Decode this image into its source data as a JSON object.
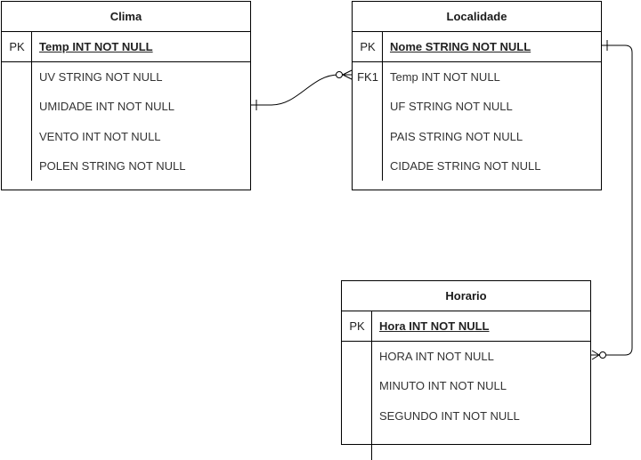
{
  "entities": {
    "clima": {
      "title": "Clima",
      "pk": {
        "key": "PK",
        "field": "Temp INT NOT NULL"
      },
      "fields": [
        {
          "key": "",
          "field": "UV STRING NOT NULL"
        },
        {
          "key": "",
          "field": "UMIDADE INT NOT NULL"
        },
        {
          "key": "",
          "field": "VENTO INT NOT NULL"
        },
        {
          "key": "",
          "field": "POLEN STRING NOT NULL"
        }
      ]
    },
    "localidade": {
      "title": "Localidade",
      "pk": {
        "key": "PK",
        "field": "Nome STRING NOT NULL"
      },
      "fields": [
        {
          "key": "FK1",
          "field": "Temp INT NOT NULL"
        },
        {
          "key": "",
          "field": "UF STRING NOT NULL"
        },
        {
          "key": "",
          "field": "PAIS STRING NOT NULL"
        },
        {
          "key": "",
          "field": "CIDADE STRING NOT NULL"
        }
      ]
    },
    "horario": {
      "title": "Horario",
      "pk": {
        "key": "PK",
        "field": "Hora INT NOT NULL"
      },
      "fields": [
        {
          "key": "",
          "field": "HORA INT NOT NULL"
        },
        {
          "key": "",
          "field": "MINUTO INT NOT NULL"
        },
        {
          "key": "",
          "field": "SEGUNDO INT NOT NULL"
        }
      ]
    }
  },
  "relationships": [
    {
      "from": "clima.UMIDADE",
      "to": "localidade.FK1",
      "from_end": "one",
      "to_end": "zero-or-many"
    },
    {
      "from": "localidade.PK",
      "to": "horario.HORA",
      "from_end": "one",
      "to_end": "zero-or-many"
    }
  ],
  "colors": {
    "line": "#000000",
    "text": "#333333",
    "background": "#ffffff"
  }
}
